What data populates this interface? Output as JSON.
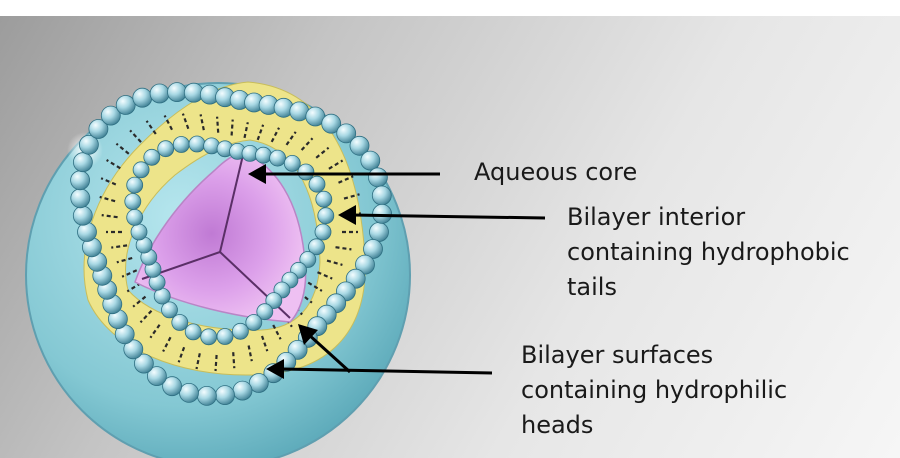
{
  "labels": {
    "aqueous_core": "Aqueous core",
    "bilayer_interior": [
      "Bilayer interior",
      "containing hydrophobic",
      "tails"
    ],
    "bilayer_surfaces": [
      "Bilayer surfaces",
      "containing hydrophilic",
      "heads"
    ]
  },
  "colors": {
    "sphere": "#8ccdd8",
    "tail_layer": "#ede48a",
    "core": "#e7a8ee",
    "head": "#9fd3e0",
    "arrow": "#000000"
  }
}
